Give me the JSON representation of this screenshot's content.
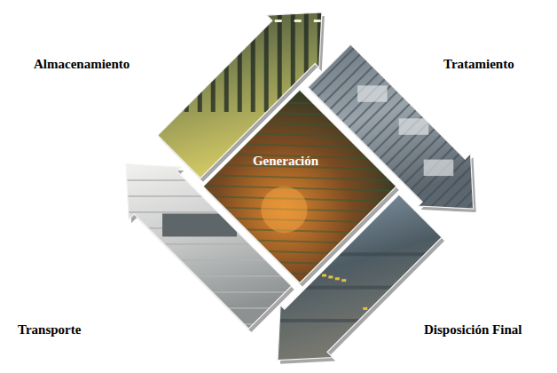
{
  "diagram": {
    "nodes": [
      {
        "text": [
          "Almacenamiento"
        ]
      },
      {
        "text": [
          "Tratamiento"
        ]
      },
      {
        "text": [
          "Generación"
        ]
      },
      {
        "text": [
          "Transporte"
        ]
      },
      {
        "text": [
          "Disposición Final"
        ]
      }
    ]
  }
}
